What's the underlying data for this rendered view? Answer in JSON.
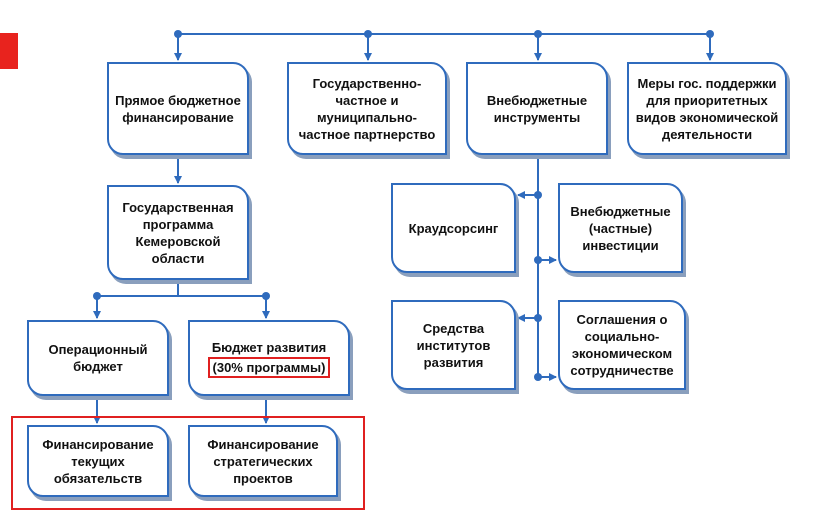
{
  "colors": {
    "line": "#2f6bbd",
    "highlight": "#e02020",
    "accent": "#e8231e"
  },
  "nodes": {
    "direct_budget": "Прямое бюджетное финансирование",
    "ppp": "Государственно-частное и муниципально-частное партнерство",
    "extrabudget": "Внебюджетные инструменты",
    "support": "Меры гос. поддержки для приоритетных видов экономической деятельности",
    "state_program": "Государственная программа Кемеровской области",
    "operational_budget": "Операционный бюджет",
    "development_budget": "Бюджет развития",
    "development_budget_note": "(30% программы)",
    "current_obligations": "Финансирование текущих обязательств",
    "strategic_projects": "Финансирование стратегических проектов",
    "crowdsourcing": "Краудсорсинг",
    "private_investment": "Внебюджетные (частные) инвестиции",
    "dev_institutions": "Средства институтов развития",
    "socioeconomic": "Соглашения о социально-экономическом сотрудничестве"
  }
}
